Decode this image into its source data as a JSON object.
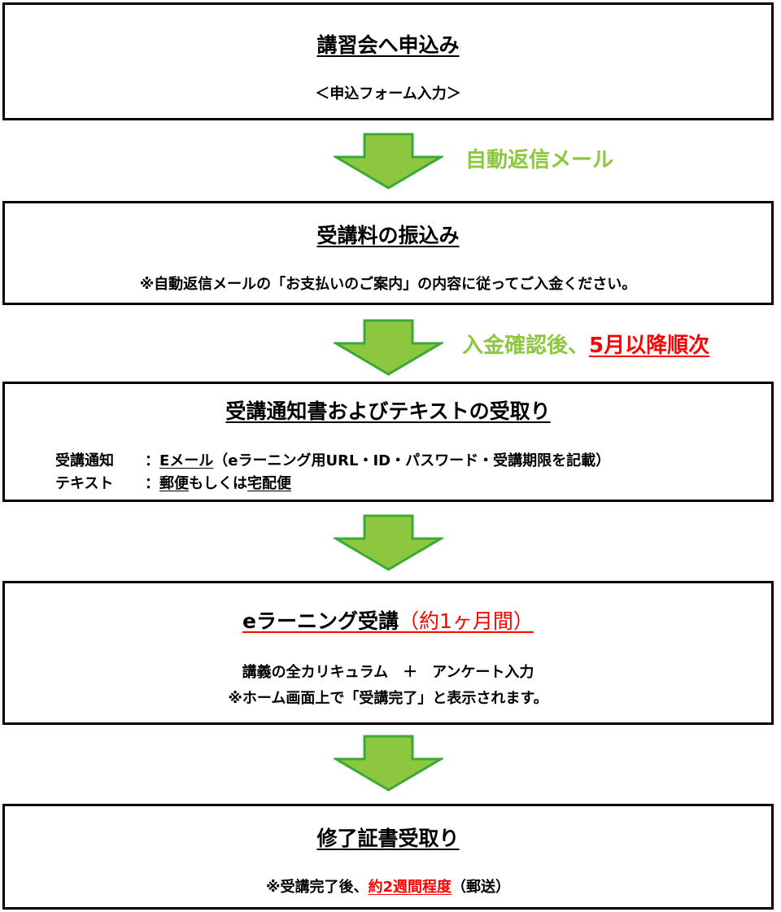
{
  "steps": [
    {
      "title": "講習会へ申込み",
      "sub": "＜申込フォーム入力＞"
    },
    {
      "title": "受講料の振込み",
      "sub": "※自動返信メールの「お支払いのご案内」の内容に従ってご入金ください。"
    },
    {
      "title": "受講通知書およびテキストの受取り",
      "rows": [
        {
          "key": "受講通知",
          "sep": "：",
          "method": "Eメール",
          "rest": "（eラーニング用URL・ID・パスワード・受講期限を記載）"
        },
        {
          "key": "テキスト",
          "sep": "：",
          "method1": "郵便",
          "mid": "もしくは",
          "method2": "宅配便"
        }
      ]
    },
    {
      "title_main": "eラーニング受講",
      "title_red": "（約1ヶ月間）",
      "line1": "講義の全カリキュラム　＋　アンケート入力",
      "line2": "※ホーム画面上で「受講完了」と表示されます。"
    },
    {
      "title": "修了証書受取り",
      "sub_pre": "※受講完了後、",
      "sub_red": "約2週間程度",
      "sub_post": "（郵送）"
    }
  ],
  "arrows": [
    {
      "label": "自動返信メール"
    },
    {
      "label_green": "入金確認後、",
      "label_red": "5月以降順次"
    },
    {},
    {}
  ],
  "colors": {
    "arrow_fill": "#8dc63f",
    "arrow_stroke": "#3aa935",
    "label_green": "#8dc63f",
    "accent_red": "#ff0000"
  },
  "icons": {
    "arrow": "down-arrow-icon"
  }
}
